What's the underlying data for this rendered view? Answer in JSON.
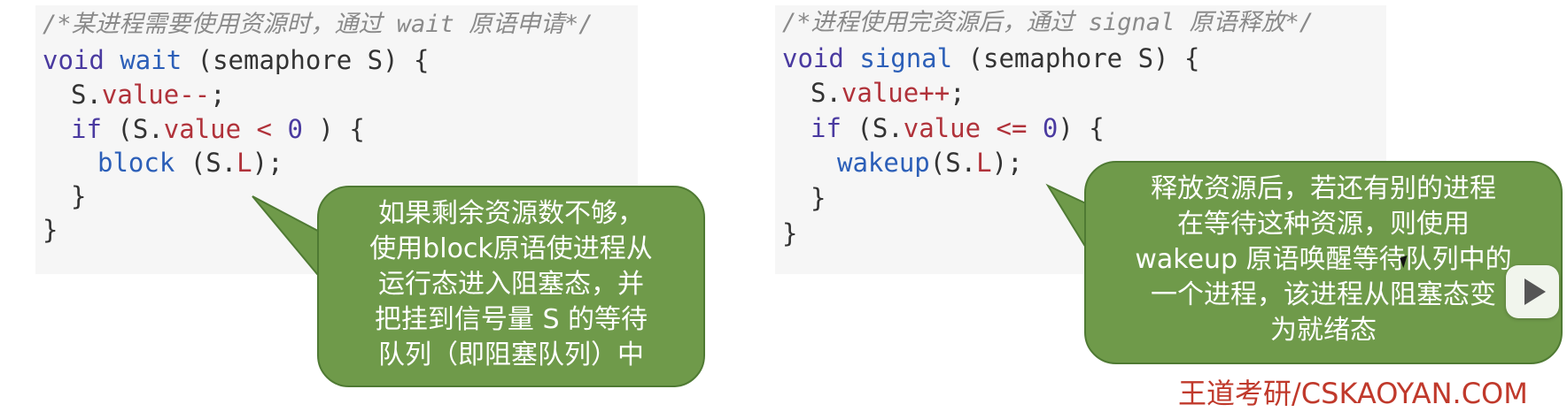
{
  "left_code": {
    "comment": "/*某进程需要使用资源时，通过 wait 原语申请*/",
    "line1": {
      "kw": "void",
      "fn": "wait",
      "rest": " (semaphore S) {"
    },
    "line2": {
      "a": "S.",
      "b": "value",
      "c": "--",
      "d": ";"
    },
    "line3": {
      "kw": "if",
      "a": " (S.",
      "b": "value",
      "c": " < ",
      "d": "0",
      "e": " ) {"
    },
    "line4": {
      "fn": "block",
      "a": " (S.",
      "b": "L",
      "c": ");"
    },
    "line5": "}",
    "line6": "}"
  },
  "right_code": {
    "comment": "/*进程使用完资源后，通过 signal 原语释放*/",
    "line1": {
      "kw": "void",
      "fn": "signal",
      "rest": " (semaphore S) {"
    },
    "line2": {
      "a": "S.",
      "b": "value",
      "c": "++",
      "d": ";"
    },
    "line3": {
      "kw": "if",
      "a": " (S.",
      "b": "value",
      "c": " <= ",
      "d": "0",
      "e": ") {"
    },
    "line4": {
      "fn": "wakeup",
      "a": "(S.",
      "b": "L",
      "c": ");"
    },
    "line5": "}",
    "line6": "}"
  },
  "left_callout": [
    "如果剩余资源数不够，",
    "使用block原语使进程从",
    "运行态进入阻塞态，并",
    "把挂到信号量 S 的等待",
    "队列（即阻塞队列）中"
  ],
  "right_callout": [
    "释放资源后，若还有别的进程",
    "在等待这种资源，则使用",
    "wakeup 原语唤醒等待队列中的",
    "一个进程，该进程从阻塞态变",
    "为就绪态"
  ],
  "watermark": "王道考研/CSKAOYAN.COM",
  "colors": {
    "callout_bg": "#6f9a4a",
    "watermark": "#c0392b"
  }
}
